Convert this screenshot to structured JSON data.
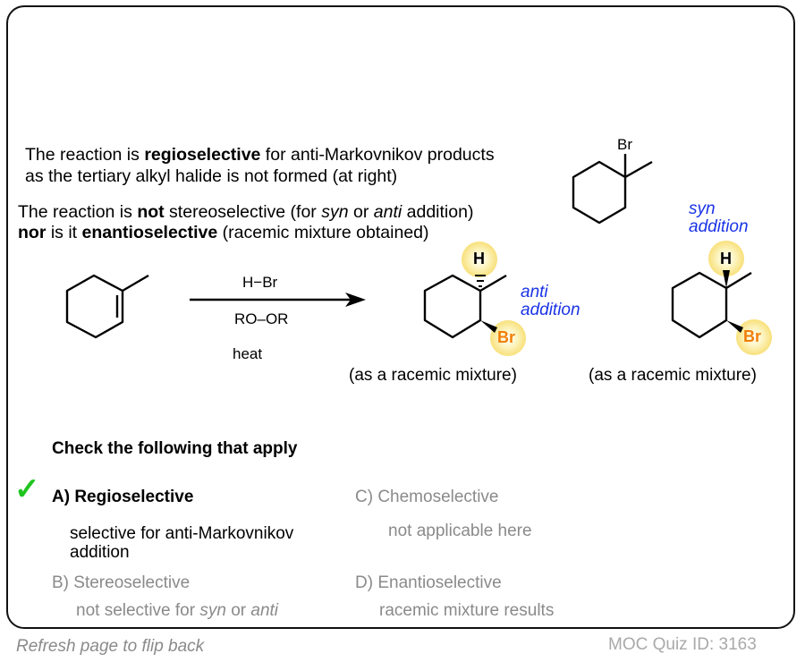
{
  "intro": {
    "line1": {
      "pre": "The reaction is ",
      "bold": "regioselective",
      "post": " for anti-Markovnikov products"
    },
    "line2": "as the tertiary alkyl halide is not formed (at right)",
    "line3": {
      "pre": "The reaction is ",
      "bold": "not",
      "mid": " stereoselective (for ",
      "it1": "syn",
      "mid2": " or ",
      "it2": "anti",
      "post": " addition)"
    },
    "line4": {
      "bold1": "nor",
      "mid": " is it ",
      "bold2": "enantioselective",
      "post": " (racemic mixture obtained)"
    }
  },
  "reaction": {
    "reagent_top": "H−Br",
    "reagent_mid": "RO–OR",
    "reagent_bottom": "heat",
    "side_product_atom": "Br",
    "anti_label_1": "anti",
    "anti_label_2": "addition",
    "syn_label_1": "syn",
    "syn_label_2": "addition",
    "h_atom": "H",
    "br_atom": "Br",
    "caption_anti": "(as a racemic mixture)",
    "caption_syn": "(as a racemic mixture)",
    "colors": {
      "highlight": "#fbe98a",
      "bromine": "#f07f0a",
      "annotation": "#1a33e6"
    }
  },
  "quiz": {
    "heading": "Check the following that apply",
    "check_icon": "✓",
    "options": [
      {
        "id": "A",
        "title": "A) Regioselective",
        "desc_line1": "selective for anti-Markovnikov",
        "desc_line2": "addition",
        "correct": true
      },
      {
        "id": "B",
        "title": "B) Stereoselective",
        "desc_pre": "not selective for ",
        "desc_it1": "syn",
        "desc_mid": " or ",
        "desc_it2": "anti",
        "correct": false
      },
      {
        "id": "C",
        "title": "C) Chemoselective",
        "desc": "not applicable here",
        "correct": false
      },
      {
        "id": "D",
        "title": "D) Enantioselective",
        "desc": "racemic mixture results",
        "correct": false
      }
    ],
    "correct_color": "#1fc51f"
  },
  "footer": {
    "refresh": "Refresh page to flip back",
    "quiz_id": "MOC Quiz ID: 3163"
  }
}
